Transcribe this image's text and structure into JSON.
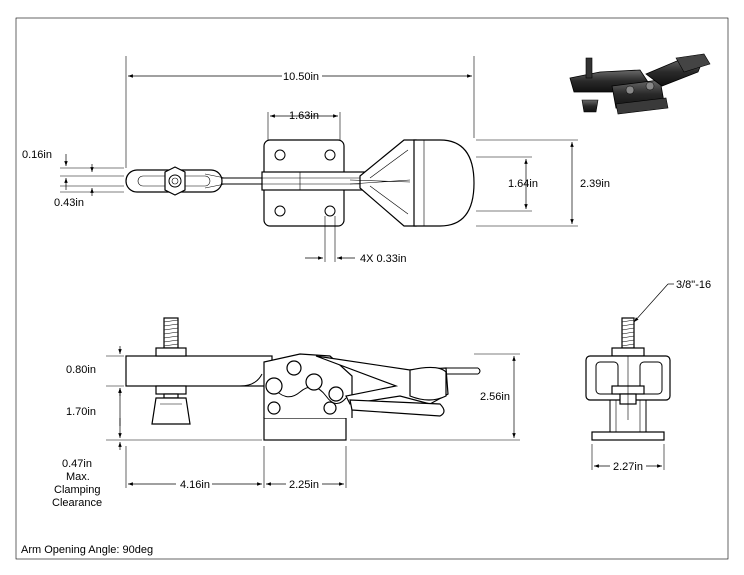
{
  "top_view": {
    "overall_length": "10.50in",
    "base_width": "1.63in",
    "pad_height": "1.64in",
    "overall_width": "2.39in",
    "handle_small": "0.16in",
    "handle_eye": "0.43in",
    "holes": "4X 0.33in"
  },
  "side_view": {
    "spindle_height": "0.80in",
    "bar_height": "1.70in",
    "clearance_value": "0.47in",
    "clearance_line1": "Max.",
    "clearance_line2": "Clamping",
    "clearance_line3": "Clearance",
    "spindle_offset": "4.16in",
    "base_length": "2.25in",
    "total_height": "2.56in"
  },
  "end_view": {
    "thread": "3/8\"-16",
    "base_width": "2.27in"
  },
  "note": "Arm Opening Angle: 90deg"
}
